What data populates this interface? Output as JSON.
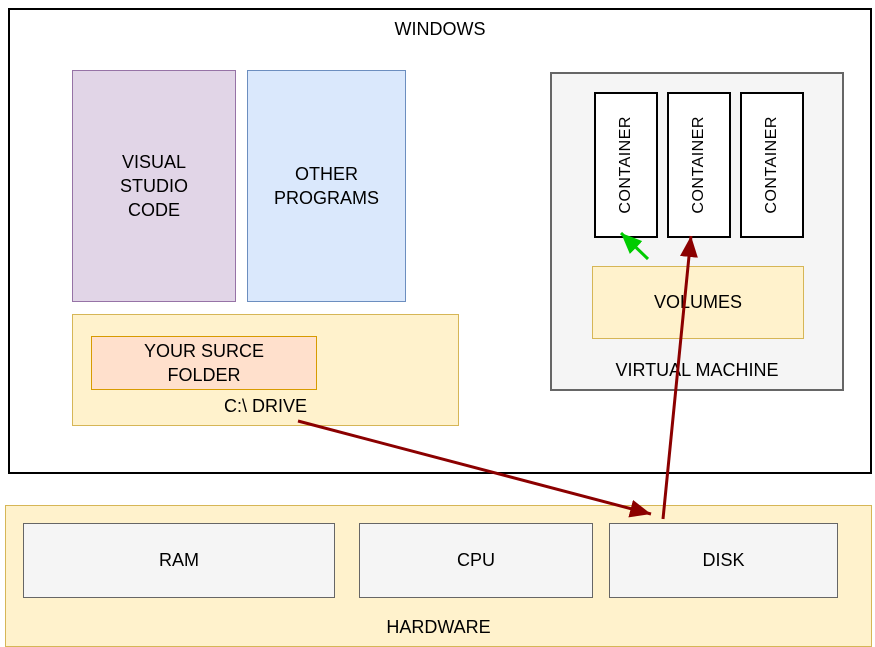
{
  "colors": {
    "arrow_red": "#8B0000",
    "arrow_green": "#00CC00",
    "purple_fill": "#E1D5E7",
    "purple_border": "#9673A6",
    "blue_fill": "#DAE8FC",
    "blue_border": "#6C8EBF",
    "yellow_fill": "#FFF2CC",
    "yellow_border": "#D6B656",
    "orange_fill": "#FFE0CC",
    "orange_border": "#D79B00",
    "gray_fill": "#F5F5F5",
    "gray_border": "#666666"
  },
  "diagram": {
    "windows_label": "WINDOWS",
    "vscode_label": "VISUAL STUDIO CODE",
    "other_programs_label": "OTHER PROGRAMS",
    "source_folder_label": "YOUR SURCE FOLDER",
    "c_drive_label": "C:\\ DRIVE",
    "virtual_machine_label": "VIRTUAL MACHINE",
    "containers": [
      {
        "label": "CONTAINER"
      },
      {
        "label": "CONTAINER"
      },
      {
        "label": "CONTAINER"
      }
    ],
    "volumes_label": "VOLUMES",
    "hardware_label": "HARDWARE",
    "ram_label": "RAM",
    "cpu_label": "CPU",
    "disk_label": "DISK"
  }
}
